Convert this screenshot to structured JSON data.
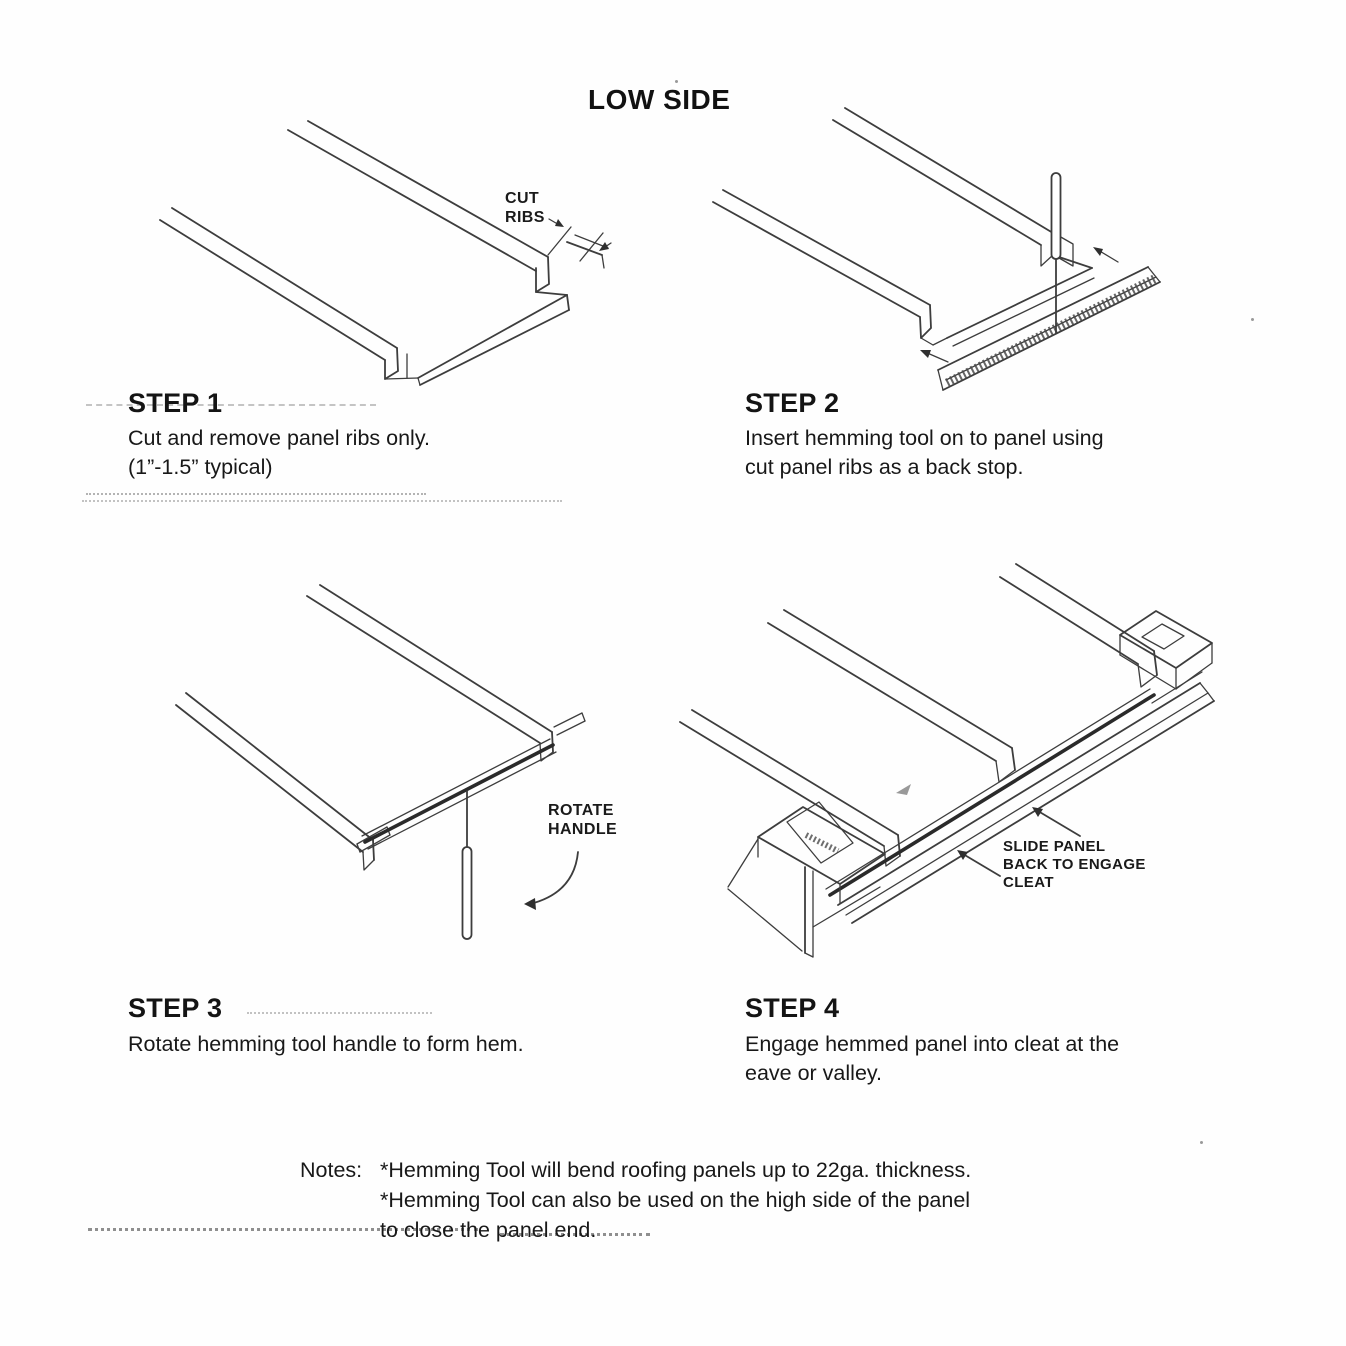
{
  "title": "LOW SIDE",
  "figures": {
    "step1_label": "CUT\nRIBS",
    "step3_label": "ROTATE\nHANDLE",
    "step4_label": "SLIDE PANEL\nBACK TO ENGAGE\nCLEAT"
  },
  "steps": [
    {
      "heading": "STEP 1",
      "body": "Cut and remove panel ribs only.\n(1”-1.5” typical)"
    },
    {
      "heading": "STEP 2",
      "body": "Insert hemming tool on to panel using\ncut panel ribs as a back stop."
    },
    {
      "heading": "STEP 3",
      "body": "Rotate hemming tool handle to form hem."
    },
    {
      "heading": "STEP 4",
      "body": "Engage hemmed panel into cleat at the\neave or valley."
    }
  ],
  "notes": {
    "label": "Notes:",
    "text": "*Hemming Tool will bend roofing panels up to 22ga. thickness.\n*Hemming Tool can also be used on the high side of the panel\n to close the panel end."
  }
}
